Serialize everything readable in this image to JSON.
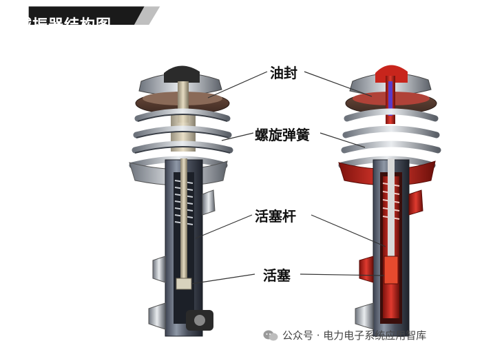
{
  "title": "减振器结构图",
  "labels": {
    "oil_seal": "油封",
    "coil_spring": "螺旋弹簧",
    "piston_rod": "活塞杆",
    "piston": "活塞"
  },
  "watermark": {
    "text": "公众号 · 电力电子系统应用智库",
    "icon": "wechat-icon"
  },
  "colors": {
    "title_bg": "#1a1a1a",
    "accent_red": "#c8251c",
    "steel": "#8a9099",
    "dark_tube": "#2a2f3a"
  }
}
